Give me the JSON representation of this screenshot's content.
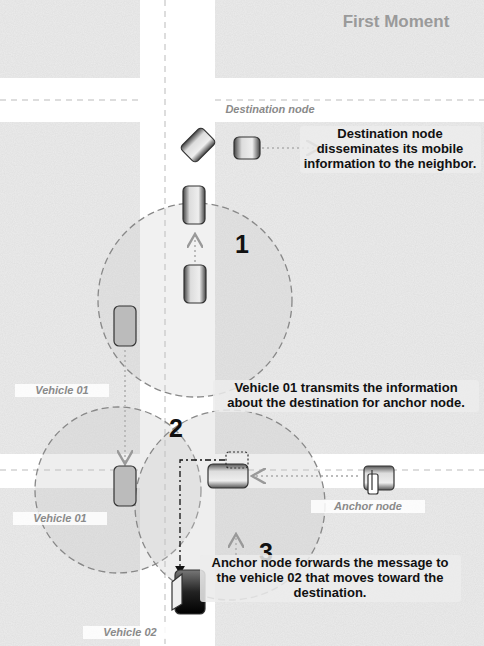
{
  "diagram": {
    "labels": [
      "First Moment",
      "Destination node",
      "1",
      "Destination node disseminates its mobile information to the neighbor.",
      "Vehicle 01",
      "Vehicle 01 transmits the information about the destination for anchor node.",
      "2",
      "Vehicle 01",
      "3",
      "Anchor node",
      "Anchor node forwards the message to the vehicle 02 that moves toward the destination.",
      "Vehicle 02"
    ]
  }
}
